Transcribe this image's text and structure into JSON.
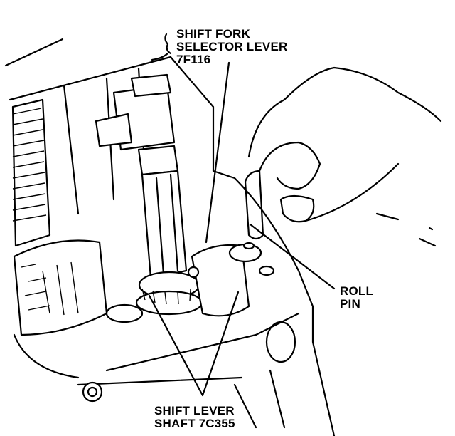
{
  "callouts": {
    "selector_lever": {
      "line1": "SHIFT FORK",
      "line2": "SELECTOR LEVER",
      "line3": "7F116"
    },
    "roll_pin": {
      "line1": "ROLL",
      "line2": "PIN"
    },
    "shift_shaft": {
      "line1": "SHIFT LEVER",
      "line2": "SHAFT 7C355"
    }
  }
}
